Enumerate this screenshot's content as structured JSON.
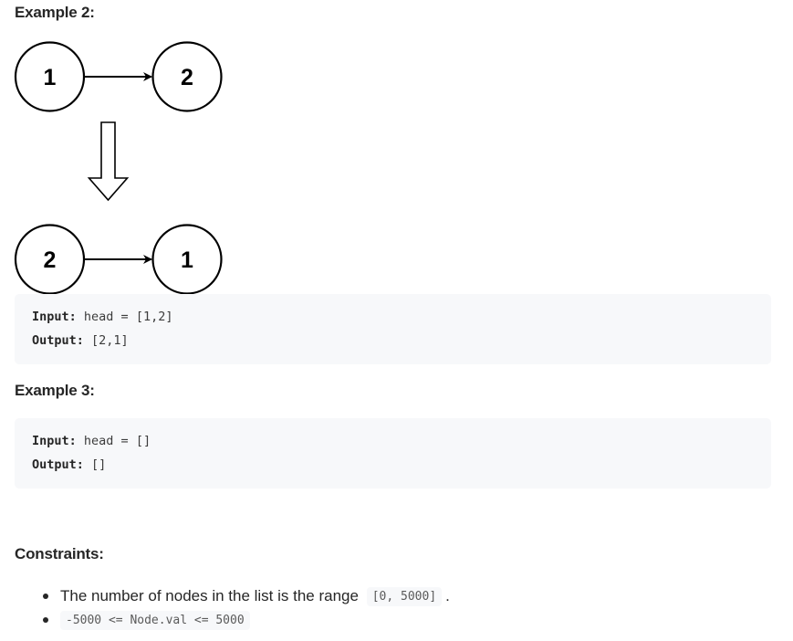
{
  "example2": {
    "heading": "Example 2:",
    "diagram": {
      "before": [
        "1",
        "2"
      ],
      "after": [
        "2",
        "1"
      ]
    },
    "input_label": "Input:",
    "input_value": "head = [1,2]",
    "output_label": "Output:",
    "output_value": "[2,1]"
  },
  "example3": {
    "heading": "Example 3:",
    "input_label": "Input:",
    "input_value": "head = []",
    "output_label": "Output:",
    "output_value": "[]"
  },
  "constraints": {
    "heading": "Constraints:",
    "items": [
      {
        "text": "The number of nodes in the list is the range ",
        "code": "[0, 5000]",
        "suffix": "."
      },
      {
        "text": "",
        "code": "-5000 <= Node.val <= 5000",
        "suffix": ""
      }
    ]
  },
  "colors": {
    "text": "#262626",
    "code_bg": "#f7f8fa",
    "code_text": "#5a5a5a"
  }
}
